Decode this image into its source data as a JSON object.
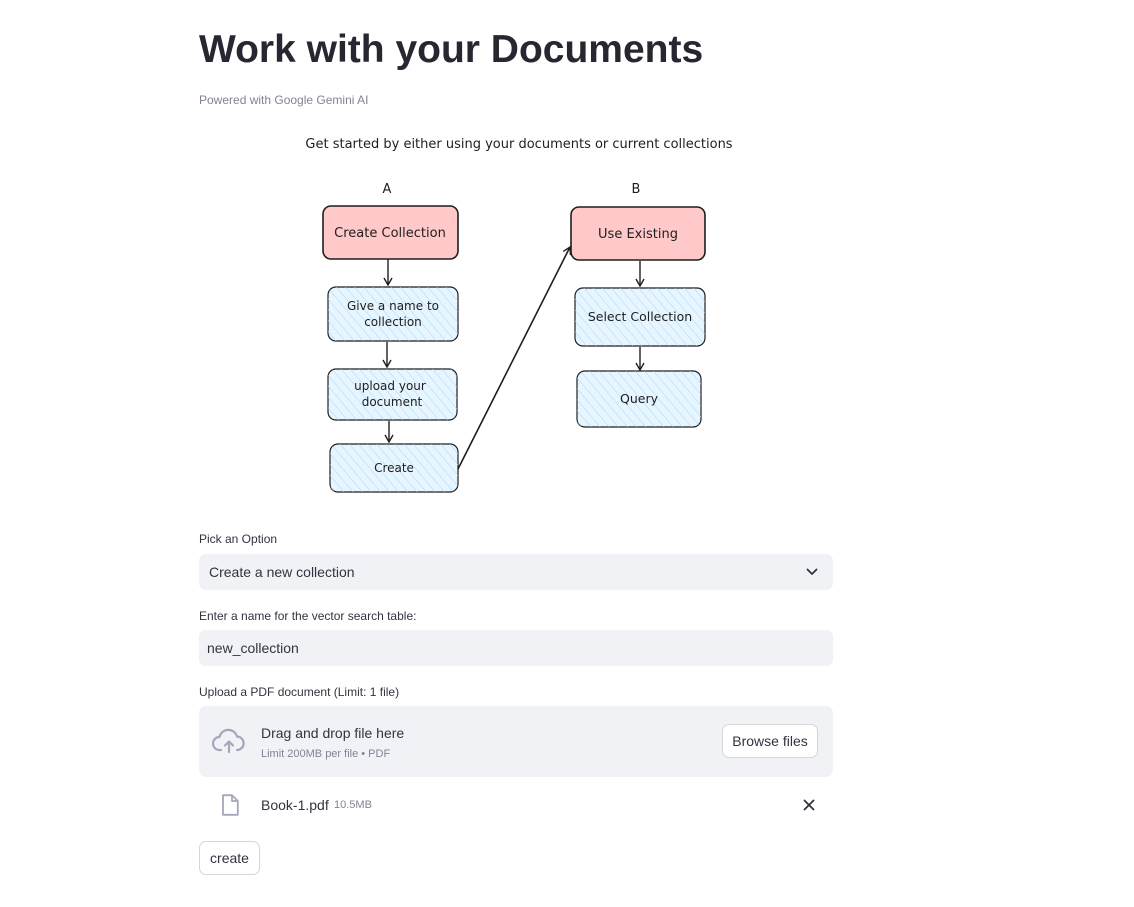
{
  "header": {
    "title": "Work with your Documents",
    "caption": "Powered with Google Gemini AI"
  },
  "diagram": {
    "heading": "Get started by either using your documents or current collections",
    "column_a_label": "A",
    "column_b_label": "B",
    "a_nodes": [
      "Create Collection",
      "Give a name to",
      "collection",
      "upload your",
      "document",
      "Create"
    ],
    "b_nodes": [
      "Use Existing",
      "Select Collection",
      "Query"
    ],
    "colors": {
      "primary_node": "#ffc9c9",
      "secondary_node": "#e7f5ff",
      "stroke": "#1e1e1e"
    }
  },
  "option_select": {
    "label": "Pick an Option",
    "value": "Create a new collection",
    "icon": "chevron-down-icon"
  },
  "name_input": {
    "label": "Enter a name for the vector search table:",
    "value": "new_collection"
  },
  "uploader": {
    "label": "Upload a PDF document (Limit: 1 file)",
    "drop_text": "Drag and drop file here",
    "limit_text": "Limit 200MB per file • PDF",
    "browse_label": "Browse files",
    "icon": "cloud-upload-icon"
  },
  "uploaded_file": {
    "name": "Book-1.pdf",
    "size": "10.5MB",
    "icon": "file-icon",
    "remove_icon": "close-icon"
  },
  "actions": {
    "create_label": "create"
  }
}
